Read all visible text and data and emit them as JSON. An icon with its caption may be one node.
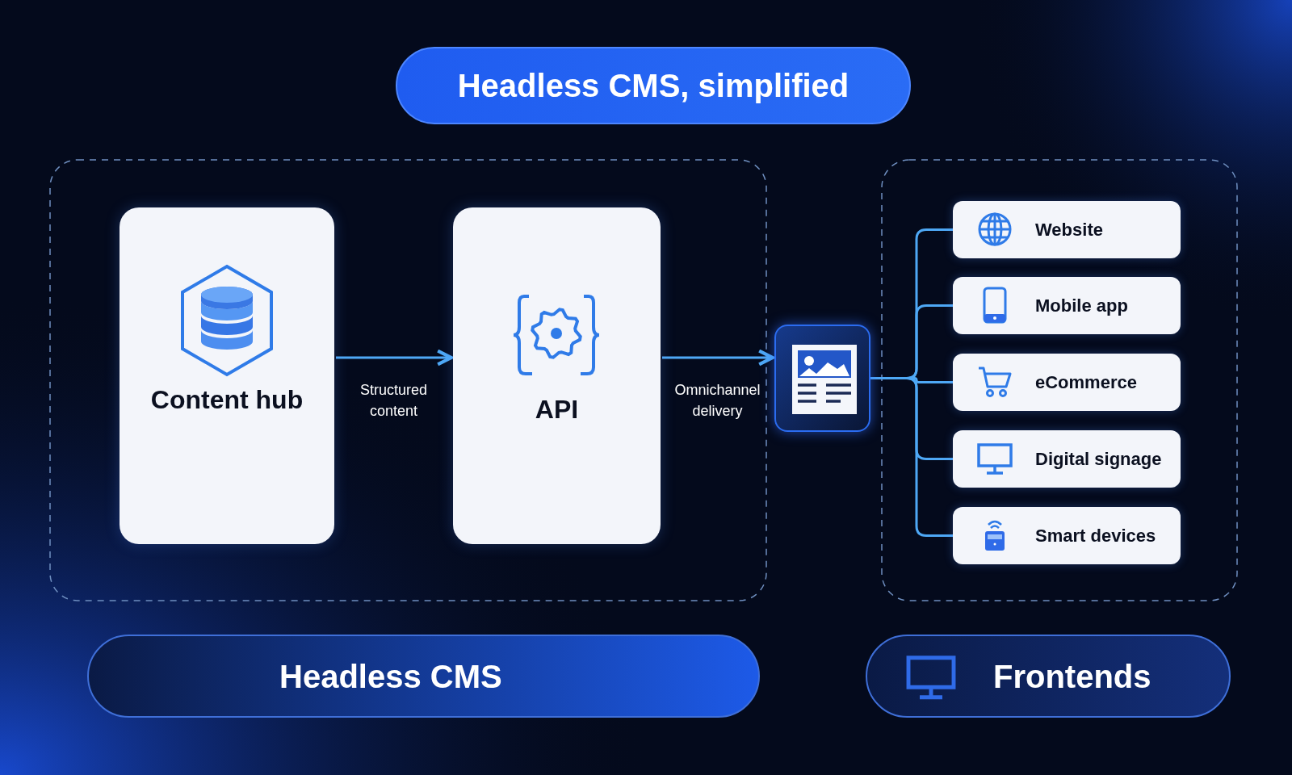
{
  "diagram": {
    "title": "Headless CMS, simplified",
    "nodes": [
      {
        "text": [
          "Content hub"
        ]
      },
      {
        "text": [
          "API"
        ]
      },
      {
        "text": [],
        "shape": "box"
      },
      {
        "text": [
          "Website"
        ]
      },
      {
        "text": [
          "Mobile app"
        ]
      },
      {
        "text": [
          "eCommerce"
        ]
      },
      {
        "text": [
          "Digital signage"
        ]
      },
      {
        "text": [
          "Smart devices"
        ]
      },
      {
        "text": [
          "Headless CMS"
        ]
      },
      {
        "text": [
          "Frontends"
        ]
      }
    ],
    "edges": [
      {
        "from": 0,
        "to": 1,
        "arrow": "to",
        "label": "Structured content"
      },
      {
        "from": 1,
        "to": 2,
        "arrow": "to",
        "label": "Omnichannel delivery"
      },
      {
        "from": 2,
        "to": 3,
        "arrow": "none"
      },
      {
        "from": 2,
        "to": 4,
        "arrow": "none"
      },
      {
        "from": 2,
        "to": 5,
        "arrow": "none"
      },
      {
        "from": 2,
        "to": 6,
        "arrow": "none"
      },
      {
        "from": 2,
        "to": 7,
        "arrow": "none"
      }
    ]
  }
}
